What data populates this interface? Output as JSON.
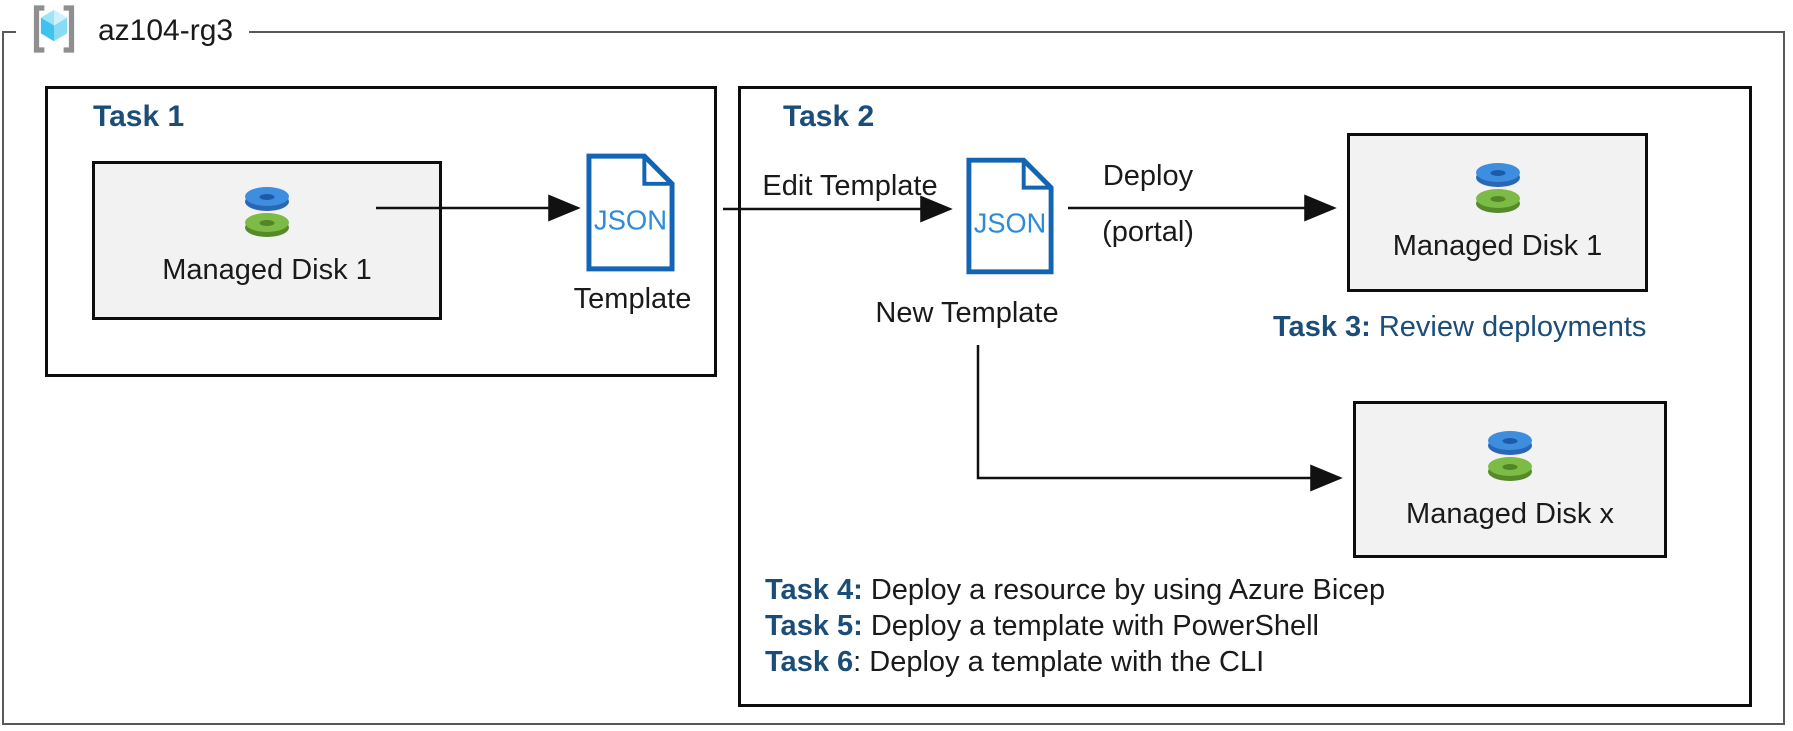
{
  "resource_group": {
    "name": "az104-rg3"
  },
  "task1": {
    "title": "Task 1",
    "managed_disk": {
      "label": "Managed Disk 1"
    },
    "template": {
      "doc_text": "JSON",
      "label": "Template"
    }
  },
  "task2": {
    "title": "Task 2",
    "edit_arrow_label": "Edit Template",
    "new_template": {
      "doc_text": "JSON",
      "label": "New Template"
    },
    "deploy_label": "Deploy",
    "deploy_sublabel": "(portal)",
    "managed_disk_1": {
      "label": "Managed Disk 1"
    },
    "managed_disk_x": {
      "label": "Managed Disk x"
    },
    "task3": {
      "label": "Task 3:",
      "text": " Review deployments"
    },
    "tasks": [
      {
        "label": "Task 4:",
        "text": " Deploy a resource by using Azure Bicep"
      },
      {
        "label": "Task 5:",
        "text": " Deploy a template with PowerShell"
      },
      {
        "label": "Task 6",
        "text": ": Deploy a template with the CLI"
      }
    ]
  },
  "colors": {
    "heading_blue": "#1B4D78",
    "json_border": "#1464B4",
    "json_text": "#2E8BD8",
    "outer_border": "#595959",
    "box_border": "#0D0D0D",
    "disk_box_fill": "#F2F2F2",
    "disk_blue": "#3E8EE0",
    "disk_green": "#7CBB45"
  }
}
